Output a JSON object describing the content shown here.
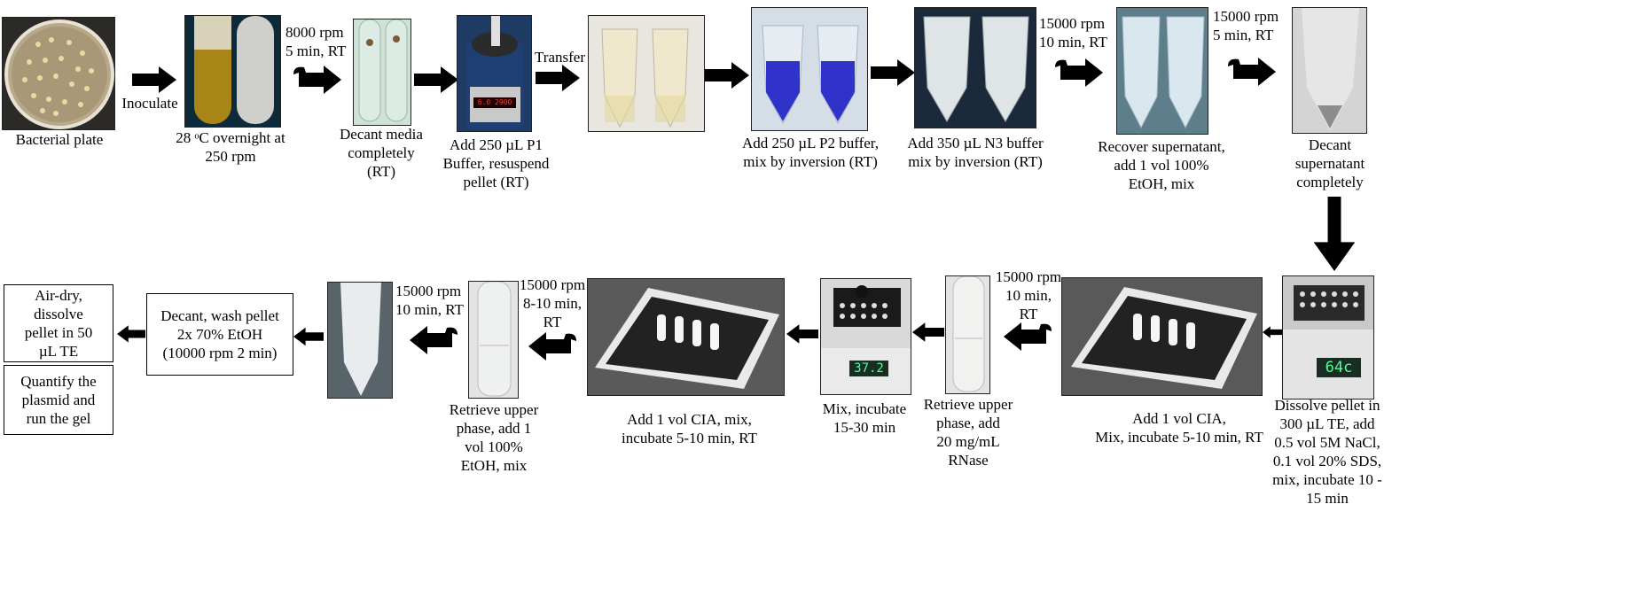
{
  "steps": {
    "plate": "Bacterial plate",
    "inoculate": "Inoculate",
    "overnight_1": "28 ᵒC overnight at",
    "overnight_2": "250 rpm",
    "spin1_1": "8000 rpm",
    "spin1_2": "5 min, RT",
    "decant_1": "Decant media",
    "decant_2": "completely",
    "decant_3": "(RT)",
    "p1_1": "Add 250 µL P1",
    "p1_2": "Buffer, resuspend",
    "p1_3": "pellet (RT)",
    "transfer": "Transfer",
    "p2_1": "Add 250 µL P2 buffer,",
    "p2_2": "mix by inversion (RT)",
    "n3_1": "Add 350 µL N3 buffer",
    "n3_2": "mix by inversion (RT)",
    "spin2_1": "15000 rpm",
    "spin2_2": "10 min, RT",
    "recover_1": "Recover supernatant,",
    "recover_2": "add 1 vol 100%",
    "recover_3": "EtOH, mix",
    "spin3_1": "15000 rpm",
    "spin3_2": "5 min, RT",
    "decsup_1": "Decant",
    "decsup_2": "supernatant",
    "decsup_3": "completely",
    "dissolve_1": "Dissolve pellet in",
    "dissolve_2": "300 µL TE, add",
    "dissolve_3": "0.5 vol 5M NaCl,",
    "dissolve_4": "0.1 vol 20% SDS,",
    "dissolve_5": "mix, incubate 10 -",
    "dissolve_6": "15 min",
    "cia1_1": "Add 1 vol CIA,",
    "cia1_2": "Mix, incubate 5-10 min, RT",
    "spin4_1": "15000 rpm",
    "spin4_2": "10 min,",
    "spin4_3": "RT",
    "rnase_1": "Retrieve  upper",
    "rnase_2": "phase, add",
    "rnase_3": "20 mg/mL",
    "rnase_4": "RNase",
    "mix_1": "Mix, incubate",
    "mix_2": "15-30 min",
    "cia2_1": "Add 1 vol CIA, mix,",
    "cia2_2": "incubate 5-10 min,  RT",
    "spin5_1": "15000 rpm",
    "spin5_2": "8-10 min,",
    "spin5_3": "RT",
    "etoh_1": "Retrieve upper",
    "etoh_2": "phase, add 1",
    "etoh_3": "vol 100%",
    "etoh_4": "EtOH, mix",
    "spin6_1": "15000 rpm",
    "spin6_2": "10 min, RT",
    "wash": "Decant, wash pellet\n2x 70% EtOH\n(10000 rpm 2 min)",
    "airdry": "Air-dry,\ndissolve\npellet in 50\nµL TE",
    "quantify": "Quantify the\nplasmid and\nrun the gel"
  },
  "displays": {
    "centrifuge": "6.0  2900",
    "heatblock1": "64c",
    "heatblock2": "37.2"
  }
}
